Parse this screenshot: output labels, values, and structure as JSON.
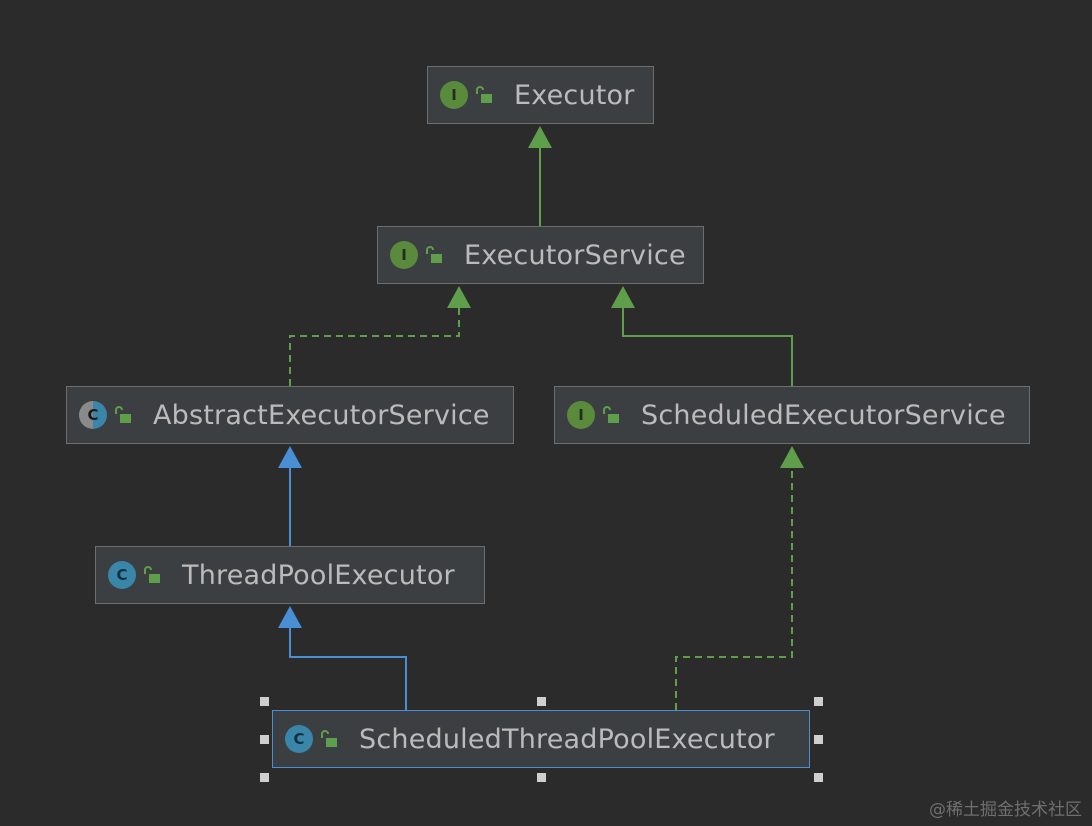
{
  "diagram": {
    "nodes": [
      {
        "id": "executor",
        "label": "Executor",
        "kind": "interface",
        "kind_letter": "I"
      },
      {
        "id": "executor-service",
        "label": "ExecutorService",
        "kind": "interface",
        "kind_letter": "I"
      },
      {
        "id": "abstract-executor-service",
        "label": "AbstractExecutorService",
        "kind": "abstract",
        "kind_letter": "C"
      },
      {
        "id": "scheduled-executor-service",
        "label": "ScheduledExecutorService",
        "kind": "interface",
        "kind_letter": "I"
      },
      {
        "id": "thread-pool-executor",
        "label": "ThreadPoolExecutor",
        "kind": "class",
        "kind_letter": "C"
      },
      {
        "id": "scheduled-thread-pool-executor",
        "label": "ScheduledThreadPoolExecutor",
        "kind": "class",
        "kind_letter": "C",
        "selected": true
      }
    ],
    "edges": [
      {
        "from": "executor-service",
        "to": "executor",
        "type": "extends-interface"
      },
      {
        "from": "abstract-executor-service",
        "to": "executor-service",
        "type": "implements"
      },
      {
        "from": "scheduled-executor-service",
        "to": "executor-service",
        "type": "extends-interface"
      },
      {
        "from": "thread-pool-executor",
        "to": "abstract-executor-service",
        "type": "extends-class"
      },
      {
        "from": "scheduled-thread-pool-executor",
        "to": "thread-pool-executor",
        "type": "extends-class"
      },
      {
        "from": "scheduled-thread-pool-executor",
        "to": "scheduled-executor-service",
        "type": "implements"
      }
    ],
    "colors": {
      "interface_edge": "#5f9e4a",
      "class_edge": "#4a8fd6",
      "selection": "#4a8fd6"
    }
  },
  "watermark": "@稀土掘金技术社区"
}
